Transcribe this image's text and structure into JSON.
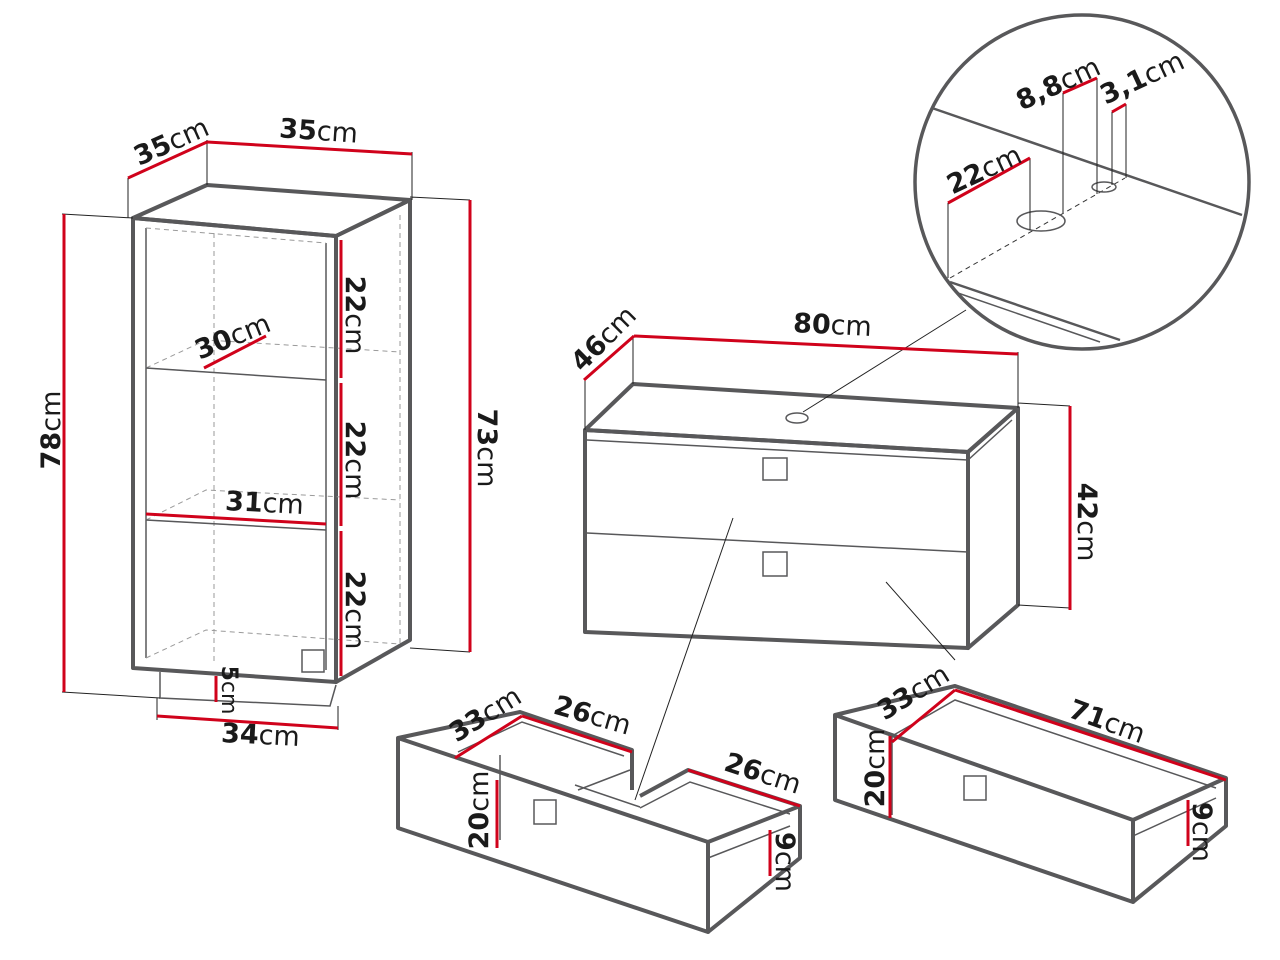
{
  "colors": {
    "outline": "#58585a",
    "dimension": "#d0021b",
    "text": "#1a1a1a"
  },
  "wall_cabinet": {
    "depth": {
      "num": "35",
      "unit": "cm"
    },
    "width": {
      "num": "35",
      "unit": "cm"
    },
    "height_total": {
      "num": "78",
      "unit": "cm"
    },
    "height_body": {
      "num": "73",
      "unit": "cm"
    },
    "shelf_gap_1": {
      "num": "22",
      "unit": "cm"
    },
    "shelf_gap_2": {
      "num": "22",
      "unit": "cm"
    },
    "shelf_gap_3": {
      "num": "22",
      "unit": "cm"
    },
    "shelf_depth": {
      "num": "30",
      "unit": "cm"
    },
    "shelf_width": {
      "num": "31",
      "unit": "cm"
    },
    "rail_height": {
      "num": "5",
      "unit": "cm"
    },
    "rail_width": {
      "num": "34",
      "unit": "cm"
    }
  },
  "vanity": {
    "depth": {
      "num": "46",
      "unit": "cm"
    },
    "width": {
      "num": "80",
      "unit": "cm"
    },
    "height": {
      "num": "42",
      "unit": "cm"
    }
  },
  "detail": {
    "edge_distance": {
      "num": "22",
      "unit": "cm"
    },
    "hole_large": {
      "num": "8,8",
      "unit": "cm"
    },
    "hole_small": {
      "num": "3,1",
      "unit": "cm"
    }
  },
  "top_drawer": {
    "depth": {
      "num": "33",
      "unit": "cm"
    },
    "left_width": {
      "num": "26",
      "unit": "cm"
    },
    "right_width": {
      "num": "26",
      "unit": "cm"
    },
    "front_height": {
      "num": "20",
      "unit": "cm"
    },
    "inner_height": {
      "num": "9",
      "unit": "cm"
    }
  },
  "bottom_drawer": {
    "depth": {
      "num": "33",
      "unit": "cm"
    },
    "width": {
      "num": "71",
      "unit": "cm"
    },
    "front_height": {
      "num": "20",
      "unit": "cm"
    },
    "inner_height": {
      "num": "9",
      "unit": "cm"
    }
  }
}
